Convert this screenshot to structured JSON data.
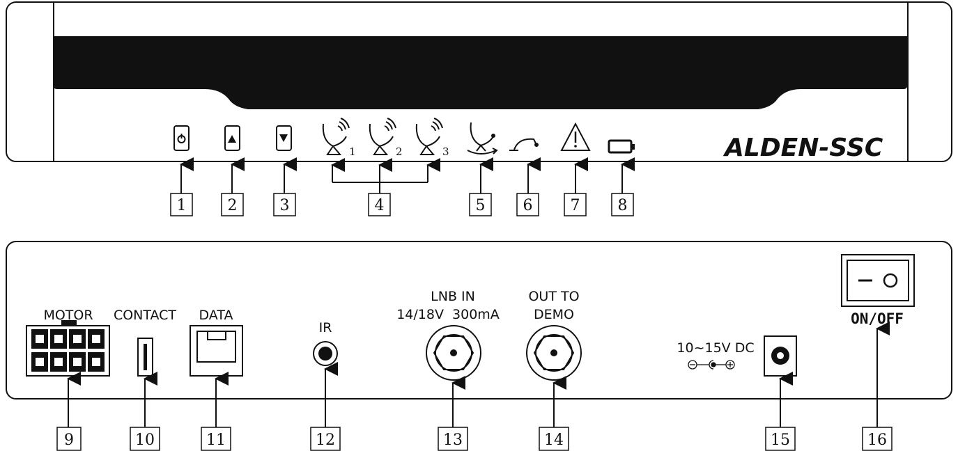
{
  "front_panel": {
    "brand": "ALDEN-SSC",
    "sat_subscripts": [
      "1",
      "2",
      "3"
    ],
    "callouts": [
      "1",
      "2",
      "3",
      "4",
      "5",
      "6",
      "7",
      "8"
    ],
    "icons": [
      "power-icon",
      "up-arrow-icon",
      "down-arrow-icon",
      "satellite-1-icon",
      "satellite-2-icon",
      "satellite-3-icon",
      "dish-rotate-icon",
      "dish-flat-icon",
      "warning-icon",
      "battery-icon"
    ]
  },
  "rear_panel": {
    "labels": {
      "motor": "MOTOR",
      "contact": "CONTACT",
      "data": "DATA",
      "ir": "IR",
      "lnb_line1": "LNB IN",
      "lnb_line2": "14/18V  300mA",
      "out_line1": "OUT TO",
      "out_line2": "DEMO",
      "power_in": "10~15V DC",
      "switch": "ON/OFF"
    },
    "callouts": [
      "9",
      "10",
      "11",
      "12",
      "13",
      "14",
      "15",
      "16"
    ]
  }
}
